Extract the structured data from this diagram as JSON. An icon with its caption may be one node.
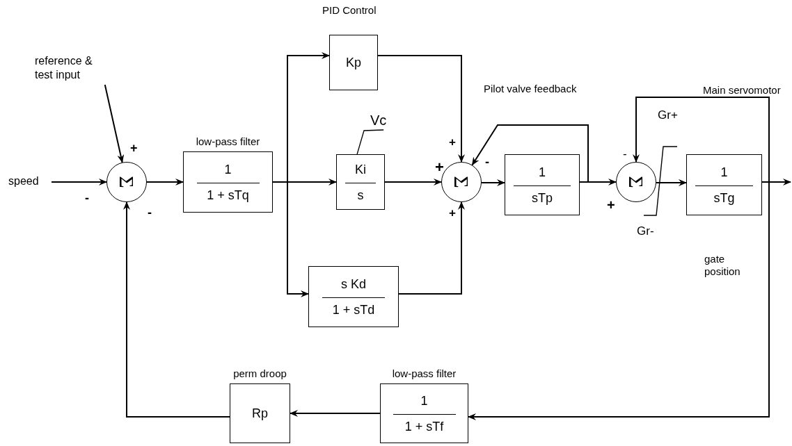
{
  "diagram": {
    "nodes": [
      {
        "text": [
          "speed"
        ]
      },
      {
        "text": [
          "reference & test input"
        ]
      },
      {
        "text": [
          "Σ"
        ]
      },
      {
        "text": [
          "low-pass filter",
          "1",
          "1 + sTq"
        ]
      },
      {
        "text": [
          "Kp"
        ]
      },
      {
        "text": [
          "Ki",
          "s"
        ]
      },
      {
        "text": [
          "s Kd",
          "1 + sTd"
        ]
      },
      {
        "text": [
          "Σ"
        ]
      },
      {
        "text": [
          "1",
          "sTp"
        ]
      },
      {
        "text": [
          "Σ"
        ]
      },
      {
        "text": [
          "1",
          "sTg"
        ]
      },
      {
        "text": [
          "low-pass filter",
          "1",
          "1 + sTf"
        ]
      },
      {
        "text": [
          "perm droop",
          "Rp"
        ]
      },
      {
        "text": [
          "Vc"
        ]
      }
    ],
    "edges": [
      {
        "from": 0,
        "to": 2,
        "arrow": "to"
      },
      {
        "from": 1,
        "to": 2,
        "arrow": "to"
      },
      {
        "from": 2,
        "to": 3,
        "arrow": "to"
      },
      {
        "from": 3,
        "to": 4,
        "arrow": "to"
      },
      {
        "from": 3,
        "to": 5,
        "arrow": "to"
      },
      {
        "from": 3,
        "to": 6,
        "arrow": "to"
      },
      {
        "from": 4,
        "to": 7,
        "arrow": "to"
      },
      {
        "from": 5,
        "to": 7,
        "arrow": "to"
      },
      {
        "from": 6,
        "to": 7,
        "arrow": "to"
      },
      {
        "from": 7,
        "to": 8,
        "arrow": "to"
      },
      {
        "from": 8,
        "to": 7,
        "arrow": "to"
      },
      {
        "from": 8,
        "to": 9,
        "arrow": "to"
      },
      {
        "from": 9,
        "to": 10,
        "arrow": "to"
      },
      {
        "from": 10,
        "to": null,
        "arrow": "to"
      },
      {
        "from": 10,
        "to": 9,
        "arrow": "to"
      },
      {
        "from": 10,
        "to": 11,
        "arrow": "to"
      },
      {
        "from": 11,
        "to": 12,
        "arrow": "to"
      },
      {
        "from": 12,
        "to": 2,
        "arrow": "to"
      },
      {
        "from": 13,
        "to": 5,
        "arrow": "none"
      }
    ],
    "labels": [
      "PID Control",
      "Pilot valve feedback",
      "Main servomotor",
      "+",
      "-",
      "-",
      "+",
      "+",
      "-",
      "+",
      "-",
      "+",
      "Gr+",
      "Gr-",
      "gate position"
    ]
  }
}
